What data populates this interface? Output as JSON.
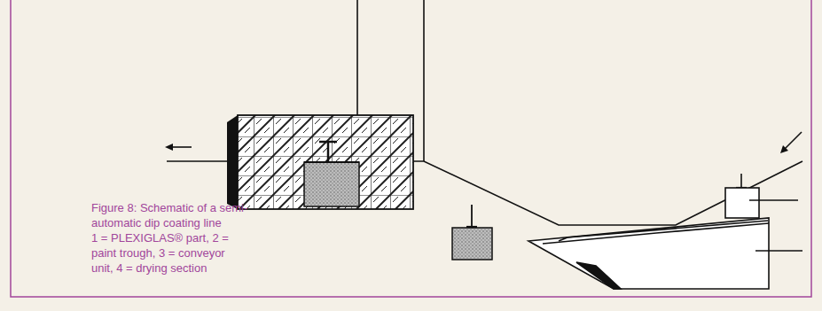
{
  "diagram": {
    "caption": "Figure 8: Schematic of a semi-automatic dip coating line",
    "labels": [
      "1 = PLEXIGLAS® part,",
      "2 = paint trough,",
      "3 = conveyor unit,",
      "4 = drying section"
    ]
  }
}
